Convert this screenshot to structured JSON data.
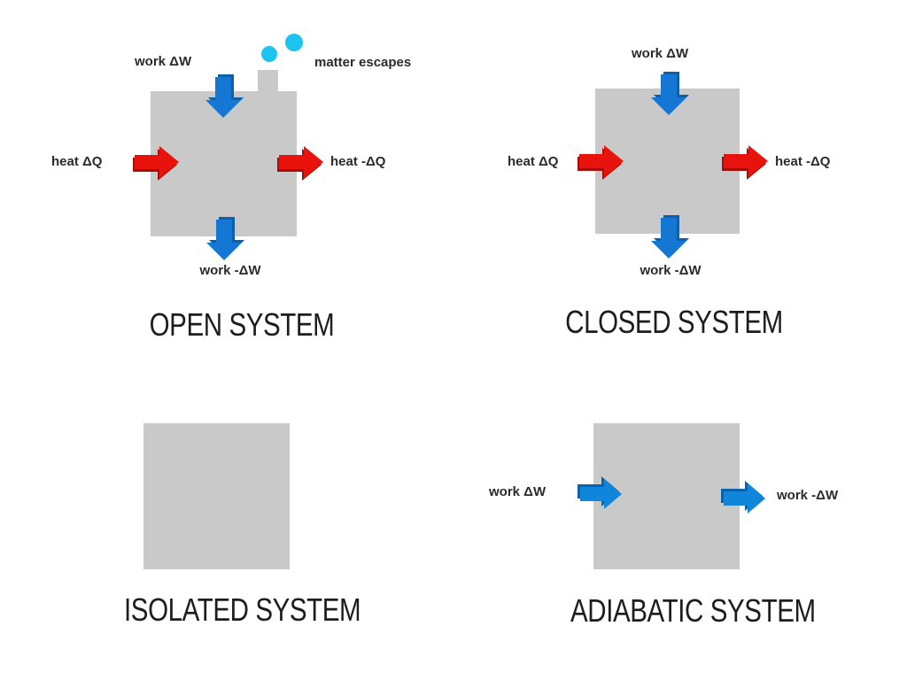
{
  "colors": {
    "box": "#c9c9c9",
    "red": "#e8130d",
    "red_dark": "#a80e09",
    "blue": "#1377d3",
    "blue_dark": "#0d5fa6",
    "blue_right": "#0f86dc",
    "blue_right_dark": "#0a64ad",
    "cyan": "#1bc3f0",
    "label_text": "#2b2b2b",
    "title_text": "#1d1d1d"
  },
  "systems": {
    "open": {
      "title": "OPEN SYSTEM",
      "work_in_label": "work ΔW",
      "work_out_label": "work -ΔW",
      "heat_in_label": "heat ΔQ",
      "heat_out_label": "heat -ΔQ",
      "matter_label": "matter escapes"
    },
    "closed": {
      "title": "CLOSED SYSTEM",
      "work_in_label": "work ΔW",
      "work_out_label": "work -ΔW",
      "heat_in_label": "heat ΔQ",
      "heat_out_label": "heat -ΔQ"
    },
    "isolated": {
      "title": "ISOLATED SYSTEM"
    },
    "adiabatic": {
      "title": "ADIABATIC SYSTEM",
      "work_in_label": "work ΔW",
      "work_out_label": "work -ΔW"
    }
  }
}
